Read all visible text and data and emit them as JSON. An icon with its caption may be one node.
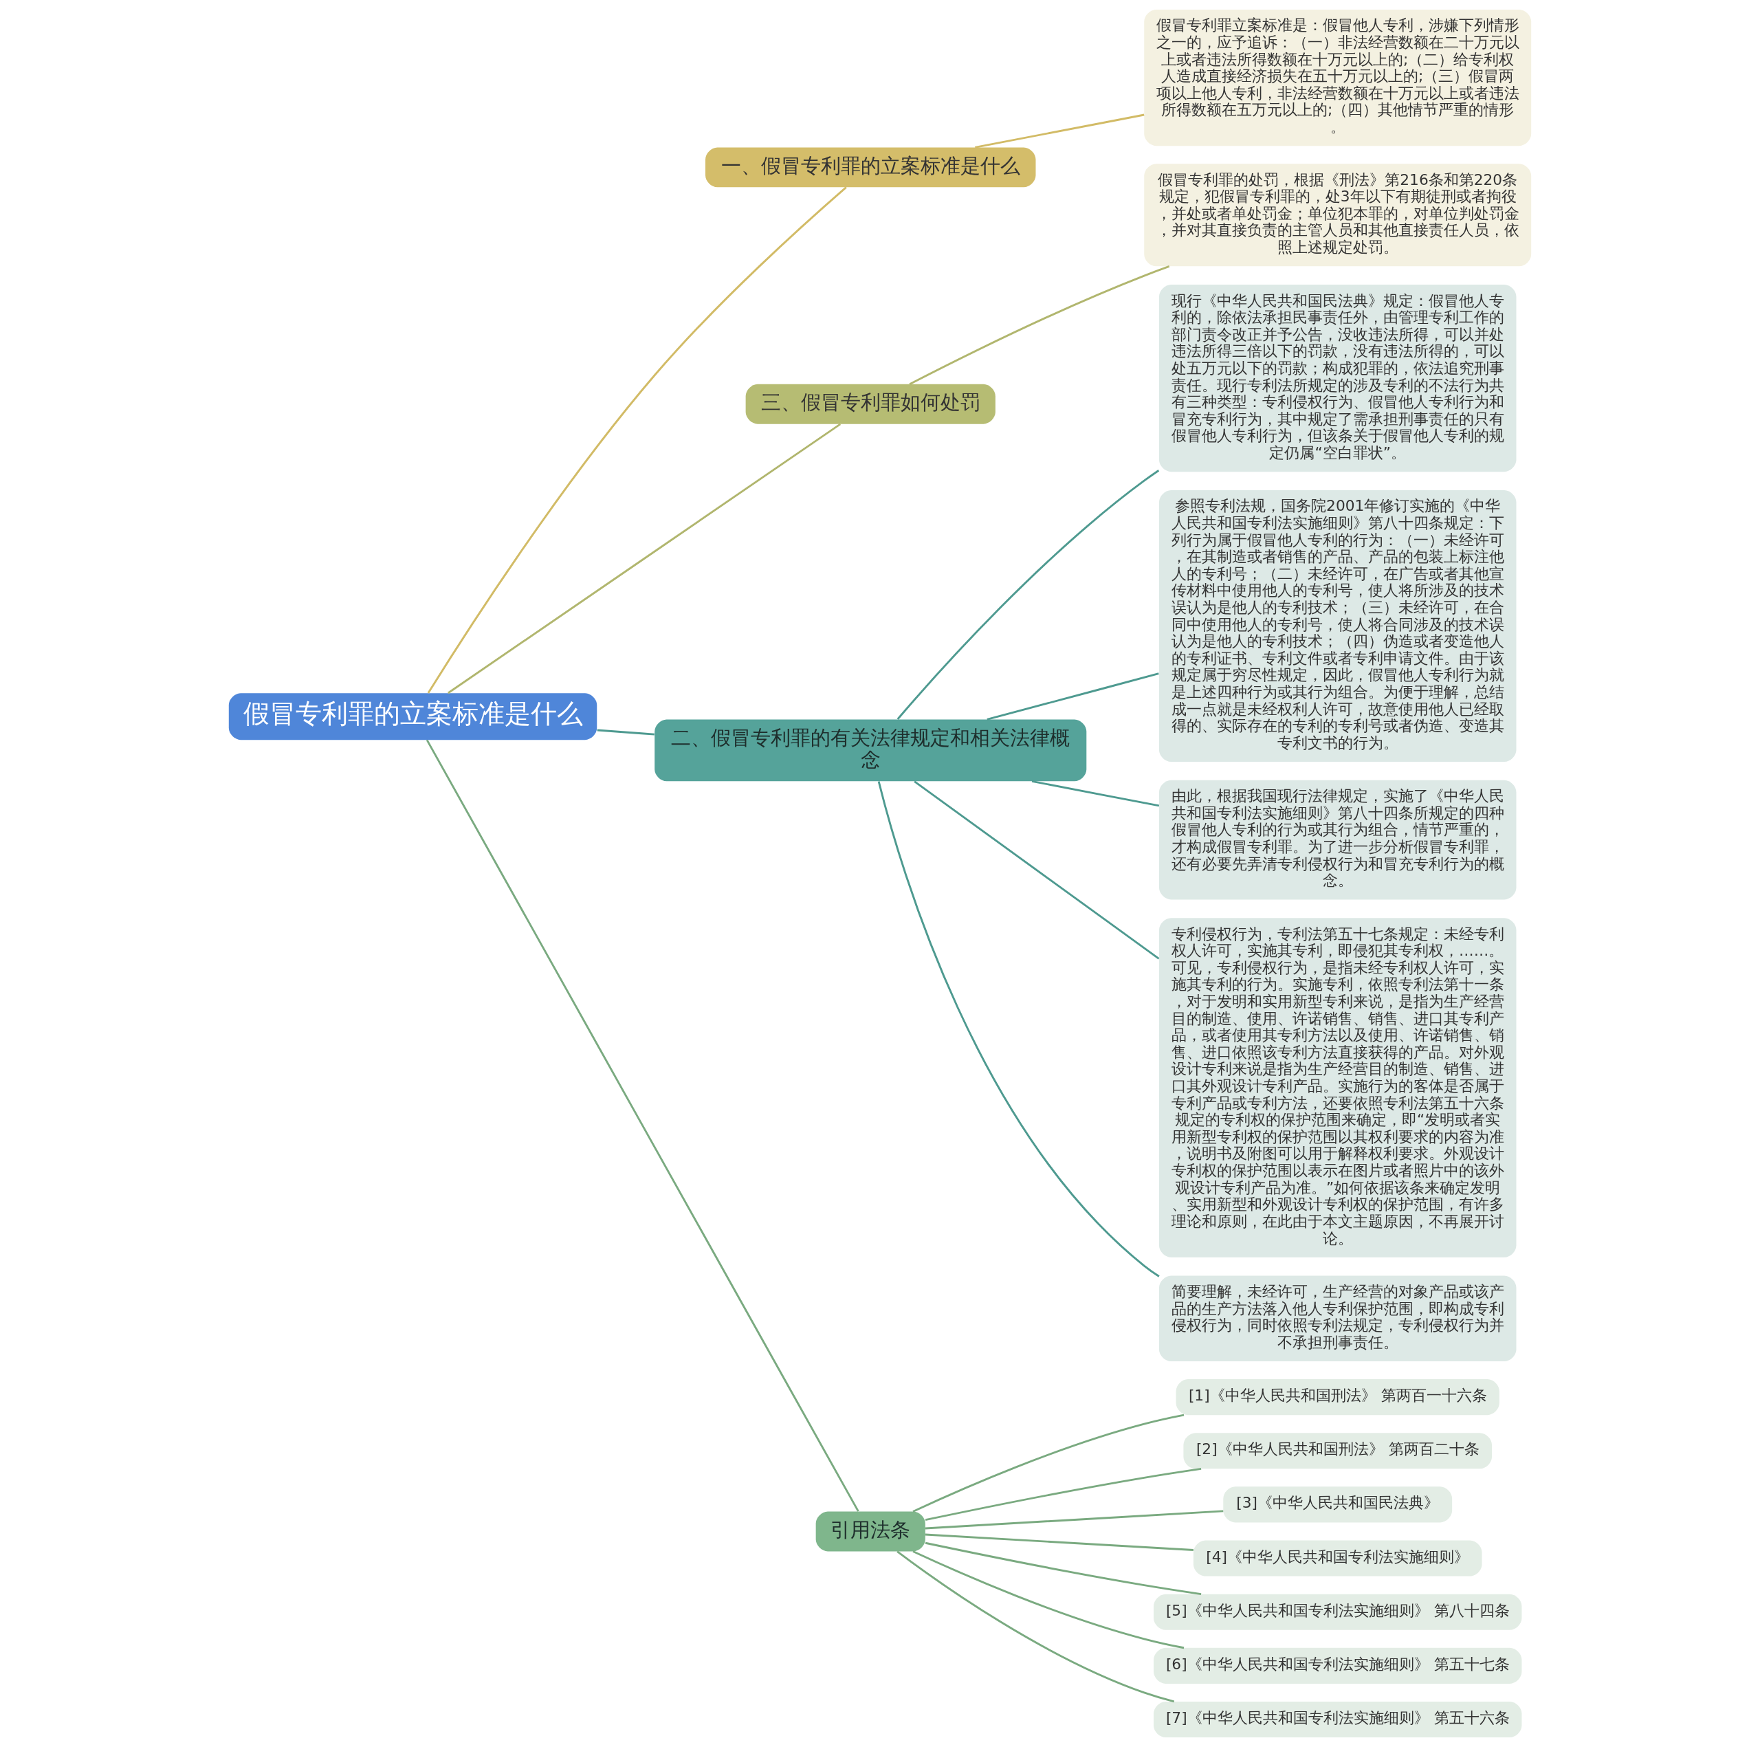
{
  "diagram": {
    "nodes": [
      {
        "text": [
          "假冒专利罪的立案标准是什么"
        ]
      },
      {
        "text": [
          "一、假冒专利罪的立案标准是什么"
        ]
      },
      {
        "text": [
          "假冒专利罪立案标准是：假冒他人专利，涉嫌下列情形之一的，应予追诉：（一）非法经营数额在二十万元以上或者违法所得数额在十万元以上的;（二）给专利权人造成直接经济损失在五十万元以上的;（三）假冒两项以上他人专利，非法经营数额在十万元以上或者违法所得数额在五万元以上的;（四）其他情节严重的情形。"
        ]
      },
      {
        "text": [
          "三、假冒专利罪如何处罚"
        ]
      },
      {
        "text": [
          "假冒专利罪的处罚，根据《刑法》第216条和第220条规定，犯假冒专利罪的，处3年以下有期徒刑或者拘役，并处或者单处罚金；单位犯本罪的，对单位判处罚金，并对其直接负责的主管人员和其他直接责任人员，依照上述规定处罚。"
        ]
      },
      {
        "text": [
          "二、假冒专利罪的有关法律规定和相关法律概念"
        ]
      },
      {
        "text": [
          "现行《中华人民共和国民法典》规定：假冒他人专利的，除依法承担民事责任外，由管理专利工作的部门责令改正并予公告，没收违法所得，可以并处违法所得三倍以下的罚款，没有违法所得的，可以处五万元以下的罚款；构成犯罪的，依法追究刑事责任。现行专利法所规定的涉及专利的不法行为共有三种类型：专利侵权行为、假冒他人专利行为和冒充专利行为，其中规定了需承担刑事责任的只有假冒他人专利行为，但该条关于假冒他人专利的规定仍属“空白罪状”。"
        ]
      },
      {
        "text": [
          "参照专利法规，国务院2001年修订实施的《中华人民共和国专利法实施细则》第八十四条规定：下列行为属于假冒他人专利的行为：（一）未经许可，在其制造或者销售的产品、产品的包装上标注他人的专利号；（二）未经许可，在广告或者其他宣传材料中使用他人的专利号，使人将所涉及的技术误认为是他人的专利技术；（三）未经许可，在合同中使用他人的专利号，使人将合同涉及的技术误认为是他人的专利技术；（四）伪造或者变造他人的专利证书、专利文件或者专利申请文件。由于该规定属于穷尽性规定，因此，假冒他人专利行为就是上述四种行为或其行为组合。为便于理解，总结成一点就是未经权利人许可，故意使用他人已经取得的、实际存在的专利的专利号或者伪造、变造其专利文书的行为。"
        ]
      },
      {
        "text": [
          "由此，根据我国现行法律规定，实施了《中华人民共和国专利法实施细则》第八十四条所规定的四种假冒他人专利的行为或其行为组合，情节严重的，才构成假冒专利罪。为了进一步分析假冒专利罪，还有必要先弄清专利侵权行为和冒充专利行为的概念。"
        ]
      },
      {
        "text": [
          "专利侵权行为，专利法第五十七条规定：未经专利权人许可，实施其专利，即侵犯其专利权，……。可见，专利侵权行为，是指未经专利权人许可，实施其专利的行为。实施专利，依照专利法第十一条，对于发明和实用新型专利来说，是指为生产经营目的制造、使用、许诺销售、销售、进口其专利产品，或者使用其专利方法以及使用、许诺销售、销售、进口依照该专利方法直接获得的产品。对外观设计专利来说是指为生产经营目的制造、销售、进口其外观设计专利产品。实施行为的客体是否属于专利产品或专利方法，还要依照专利法第五十六条规定的专利权的保护范围来确定，即“发明或者实用新型专利权的保护范围以其权利要求的内容为准，说明书及附图可以用于解释权利要求。外观设计专利权的保护范围以表示在图片或者照片中的该外观设计专利产品为准。”如何依据该条来确定发明、实用新型和外观设计专利权的保护范围，有许多理论和原则，在此由于本文主题原因，不再展开讨论。"
        ]
      },
      {
        "text": [
          "简要理解，未经许可，生产经营的对象产品或该产品的生产方法落入他人专利保护范围，即构成专利侵权行为，同时依照专利法规定，专利侵权行为并不承担刑事责任。"
        ]
      },
      {
        "text": [
          "引用法条"
        ]
      },
      {
        "text": [
          "[1]《中华人民共和国刑法》 第两百一十六条"
        ]
      },
      {
        "text": [
          "[2]《中华人民共和国刑法》 第两百二十条"
        ]
      },
      {
        "text": [
          "[3]《中华人民共和国民法典》"
        ]
      },
      {
        "text": [
          "[4]《中华人民共和国专利法实施细则》"
        ]
      },
      {
        "text": [
          "[5]《中华人民共和国专利法实施细则》 第八十四条"
        ]
      },
      {
        "text": [
          "[6]《中华人民共和国专利法实施细则》 第五十七条"
        ]
      },
      {
        "text": [
          "[7]《中华人民共和国专利法实施细则》 第五十六条"
        ]
      }
    ],
    "edges": [
      {
        "from": 0,
        "to": 1,
        "arrow": "none",
        "color": "#d2bb66"
      },
      {
        "from": 1,
        "to": 2,
        "arrow": "none",
        "color": "#d2bb66"
      },
      {
        "from": 0,
        "to": 3,
        "arrow": "none",
        "color": "#b1b66e"
      },
      {
        "from": 3,
        "to": 4,
        "arrow": "none",
        "color": "#b1b66e"
      },
      {
        "from": 0,
        "to": 5,
        "arrow": "none",
        "color": "#4e9a90"
      },
      {
        "from": 5,
        "to": 6,
        "arrow": "none",
        "color": "#4e9a90"
      },
      {
        "from": 5,
        "to": 7,
        "arrow": "none",
        "color": "#4e9a90"
      },
      {
        "from": 5,
        "to": 8,
        "arrow": "none",
        "color": "#4e9a90"
      },
      {
        "from": 5,
        "to": 9,
        "arrow": "none",
        "color": "#4e9a90"
      },
      {
        "from": 5,
        "to": 10,
        "arrow": "none",
        "color": "#4e9a90"
      },
      {
        "from": 0,
        "to": 11,
        "arrow": "none"
      },
      {
        "from": 11,
        "to": 12,
        "arrow": "none"
      },
      {
        "from": 11,
        "to": 13,
        "arrow": "none"
      },
      {
        "from": 11,
        "to": 14,
        "arrow": "none"
      },
      {
        "from": 11,
        "to": 15,
        "arrow": "none"
      },
      {
        "from": 11,
        "to": 16,
        "arrow": "none"
      },
      {
        "from": 11,
        "to": 17,
        "arrow": "none"
      },
      {
        "from": 11,
        "to": 18,
        "arrow": "none"
      }
    ]
  }
}
